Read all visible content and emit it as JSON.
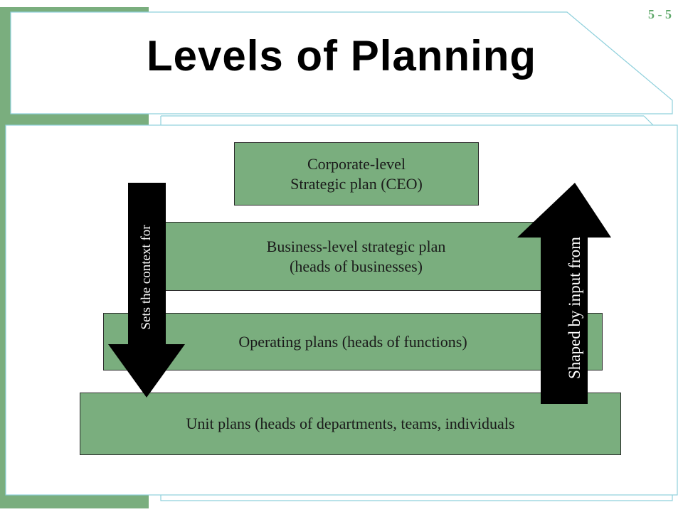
{
  "slide": {
    "page_number": "5 - 5",
    "title": "Levels of Planning"
  },
  "levels": [
    {
      "id": "corporate",
      "lines": [
        "Corporate-level",
        "Strategic plan (CEO)"
      ]
    },
    {
      "id": "business",
      "lines": [
        "Business-level strategic plan",
        "(heads of businesses)"
      ]
    },
    {
      "id": "operating",
      "lines": [
        "Operating plans (heads of functions)"
      ]
    },
    {
      "id": "unit",
      "lines": [
        "Unit plans (heads of departments, teams, individuals"
      ]
    }
  ],
  "arrows": {
    "down_label": "Sets the context for",
    "up_label": "Shaped by input from"
  },
  "colors": {
    "accent_green": "#7aae7e",
    "box_green": "#7aae7e",
    "frame_line": "#8fd0dc",
    "arrow": "#000000",
    "page_number": "#5fa86a"
  }
}
